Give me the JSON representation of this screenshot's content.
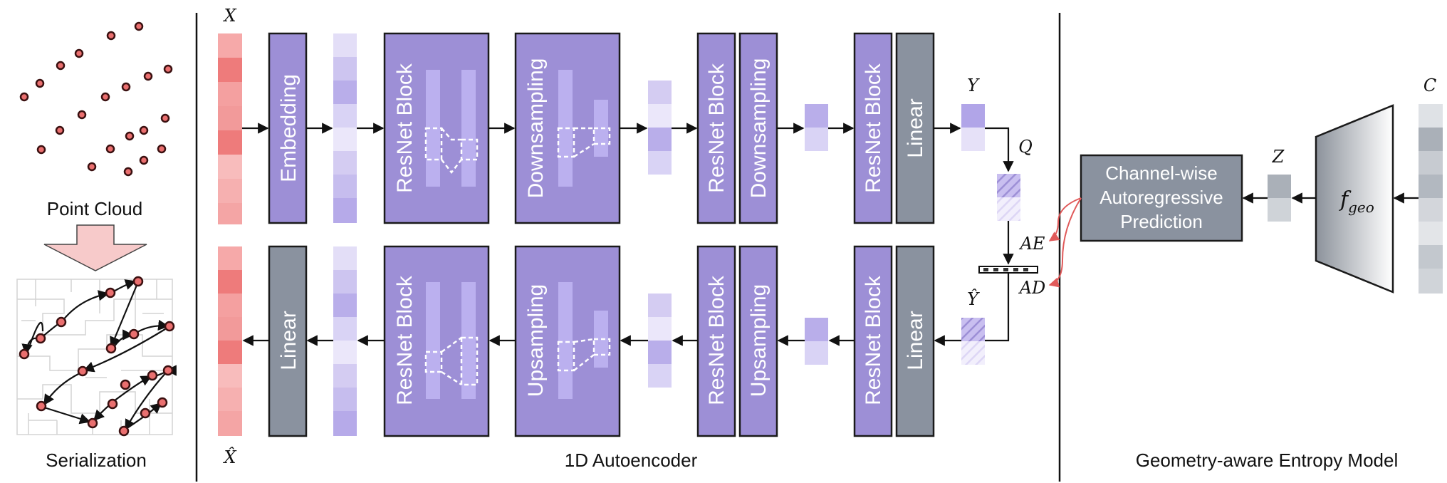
{
  "left_panel": {
    "point_cloud_label": "Point Cloud",
    "serialization_label": "Serialization"
  },
  "center_panel": {
    "caption": "1D Autoencoder",
    "input_symbol": "X",
    "output_symbol": "X̂",
    "latent_symbol": "Y",
    "latent_hat_symbol": "Ŷ",
    "quant_symbol": "Q",
    "ae_symbol": "AE",
    "ad_symbol": "AD",
    "encoder": {
      "embedding": "Embedding",
      "resnet1": "ResNet Block",
      "downsampling1": "Downsampling",
      "resnet2": "ResNet Block",
      "downsampling2": "Downsampling",
      "resnet3": "ResNet Block",
      "linear": "Linear"
    },
    "decoder": {
      "linear_out": "Linear",
      "resnet1": "ResNet Block",
      "upsampling1": "Upsampling",
      "resnet2": "ResNet Block",
      "upsampling2": "Upsampling",
      "resnet3": "ResNet Block",
      "linear_in": "Linear"
    }
  },
  "right_panel": {
    "caption": "Geometry-aware Entropy Model",
    "prediction_lines": [
      "Channel-wise",
      "Autoregressive",
      "Prediction"
    ],
    "z_symbol": "Z",
    "c_symbol": "C",
    "f_symbol": "f",
    "f_subscript": "geo"
  },
  "colors": {
    "block_purple": "#9d8fd6",
    "linear_gray": "#8a929f",
    "point_red": "#ea6f6f",
    "arrow_red": "#e05a5a"
  }
}
